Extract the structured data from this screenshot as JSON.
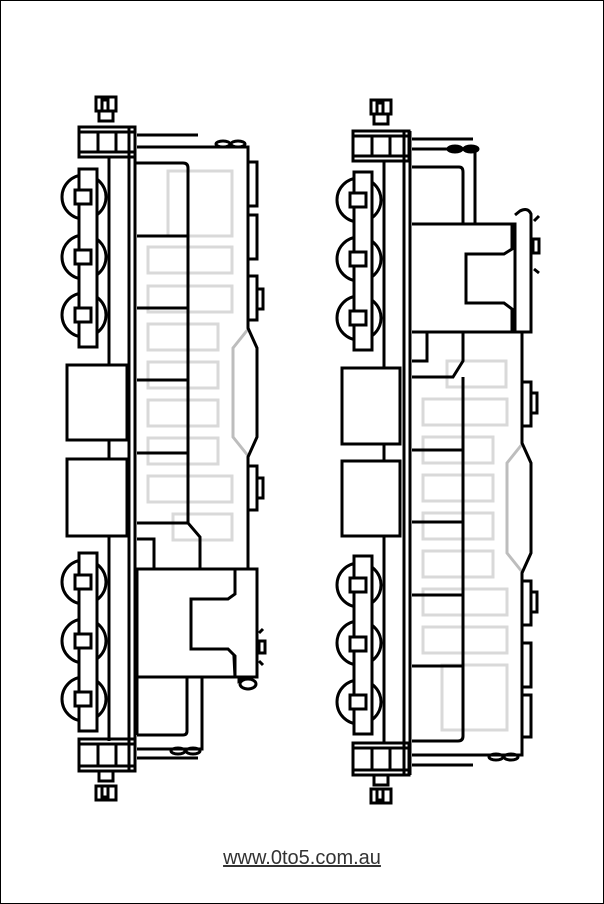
{
  "page": {
    "type": "coloring-page",
    "subject": "two locomotives (top view)",
    "footer": {
      "link_text": "www.0to5.com.au"
    }
  },
  "drawing": {
    "stroke_color": "#000000",
    "detail_color": "#d9d9d9",
    "locomotives": [
      {
        "id": "left-locomotive",
        "cab_position": "bottom"
      },
      {
        "id": "right-locomotive",
        "cab_position": "top"
      }
    ]
  }
}
